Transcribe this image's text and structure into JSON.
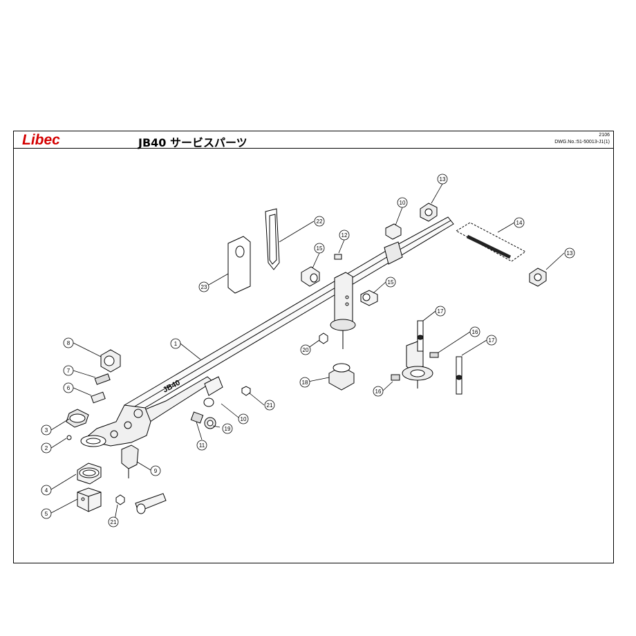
{
  "header": {
    "logo_text": "Libec",
    "logo_color": "#d40000",
    "title": "JB40  サービスパーツ",
    "revision": "2106",
    "drawing_number": "DWG.No.:51-50013-J1(1)"
  },
  "callouts": [
    {
      "id": "callout-1",
      "label": "1"
    },
    {
      "id": "callout-2",
      "label": "2"
    },
    {
      "id": "callout-3",
      "label": "3"
    },
    {
      "id": "callout-4",
      "label": "4"
    },
    {
      "id": "callout-5",
      "label": "5"
    },
    {
      "id": "callout-6",
      "label": "6"
    },
    {
      "id": "callout-7",
      "label": "7"
    },
    {
      "id": "callout-8",
      "label": "8"
    },
    {
      "id": "callout-9",
      "label": "9"
    },
    {
      "id": "callout-10a",
      "label": "10"
    },
    {
      "id": "callout-10b",
      "label": "10"
    },
    {
      "id": "callout-11",
      "label": "11"
    },
    {
      "id": "callout-12",
      "label": "12"
    },
    {
      "id": "callout-13a",
      "label": "13"
    },
    {
      "id": "callout-13b",
      "label": "13"
    },
    {
      "id": "callout-14",
      "label": "14"
    },
    {
      "id": "callout-15a",
      "label": "15"
    },
    {
      "id": "callout-15b",
      "label": "15"
    },
    {
      "id": "callout-16a",
      "label": "16"
    },
    {
      "id": "callout-16b",
      "label": "16"
    },
    {
      "id": "callout-17a",
      "label": "17"
    },
    {
      "id": "callout-17b",
      "label": "17"
    },
    {
      "id": "callout-18",
      "label": "18"
    },
    {
      "id": "callout-19",
      "label": "19"
    },
    {
      "id": "callout-20",
      "label": "20"
    },
    {
      "id": "callout-21a",
      "label": "21"
    },
    {
      "id": "callout-21b",
      "label": "21"
    },
    {
      "id": "callout-22",
      "label": "22"
    },
    {
      "id": "callout-23",
      "label": "23"
    }
  ],
  "boom_label": "JB40"
}
